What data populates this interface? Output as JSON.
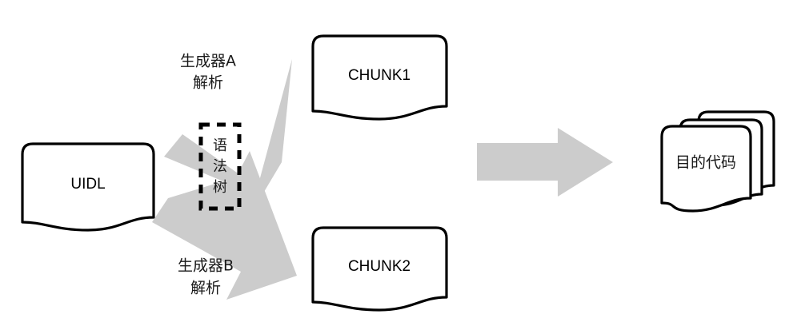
{
  "diagram": {
    "title": "UIDL to target code generation flow",
    "background_color": "#ffffff",
    "arrow_color": "#cccccc",
    "outline_color": "#000000",
    "nodes": {
      "source": {
        "label": "UIDL",
        "name": "uidl-document"
      },
      "syntax_tree": {
        "label": "语法树",
        "chars": [
          "语",
          "法",
          "树"
        ],
        "name": "syntax-tree-dashed-box"
      },
      "chunk1": {
        "label": "CHUNK1",
        "name": "chunk1-document"
      },
      "chunk2": {
        "label": "CHUNK2",
        "name": "chunk2-document"
      },
      "output": {
        "label": "目的代码",
        "name": "target-code-document-stack"
      }
    },
    "edges": {
      "generator_a": {
        "label_line1": "生成器A",
        "label_line2": "解析",
        "name": "generator-a-arrow"
      },
      "generator_b": {
        "label_line1": "生成器B",
        "label_line2": "解析",
        "name": "generator-b-arrow"
      },
      "merge": {
        "label": "",
        "name": "merge-arrow"
      }
    }
  }
}
